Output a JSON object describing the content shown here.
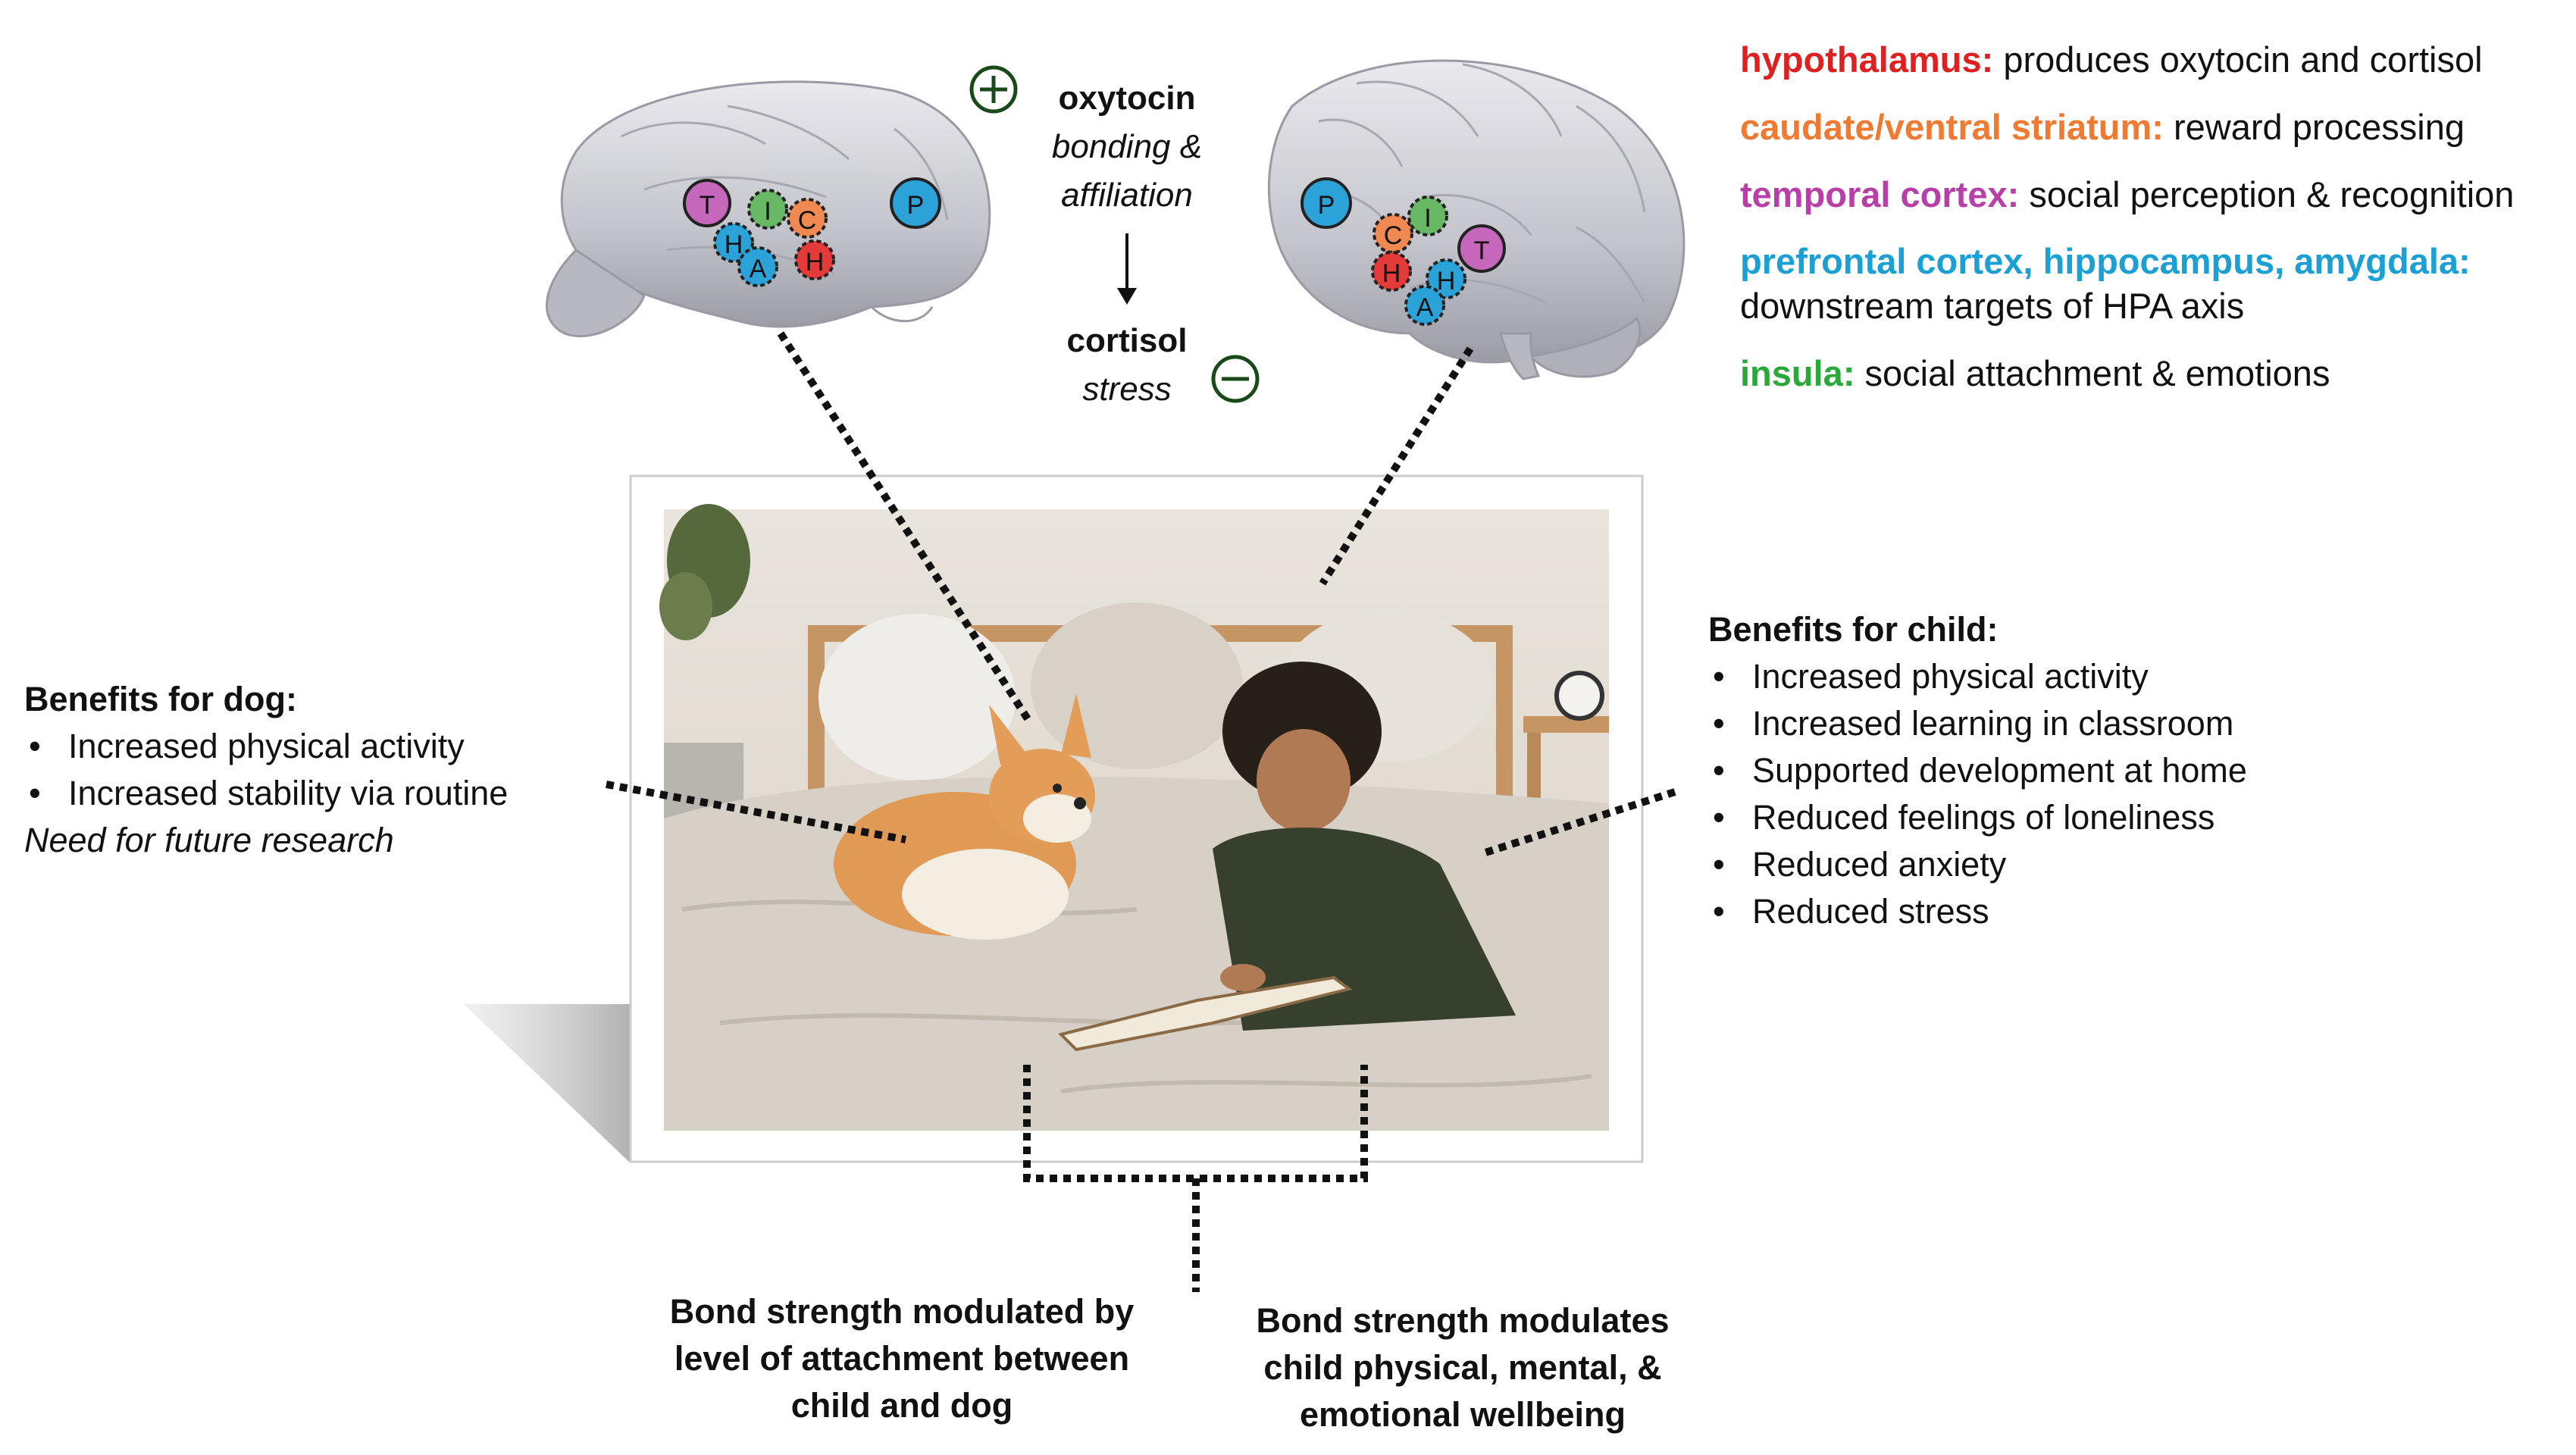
{
  "region_labels": {
    "T": "T",
    "I": "I",
    "C": "C",
    "H": "H",
    "A": "A",
    "P": "P"
  },
  "mechanism": {
    "oxytocin": "oxytocin",
    "oxytocin_sub1": "bonding &",
    "oxytocin_sub2": "affiliation",
    "cortisol": "cortisol",
    "cortisol_sub": "stress"
  },
  "legend": [
    {
      "term": "hypothalamus:",
      "desc": "produces oxytocin and cortisol",
      "color": "#e02020"
    },
    {
      "term": "caudate/ventral striatum:",
      "desc": "reward processing",
      "color": "#f07a32"
    },
    {
      "term": "temporal cortex:",
      "desc": "social perception & recognition",
      "color": "#b83ea8"
    },
    {
      "term": "prefrontal cortex, hippocampus, amygdala:",
      "desc": "downstream targets of HPA axis",
      "color": "#1aa0d4"
    },
    {
      "term": "insula:",
      "desc": "social attachment & emotions",
      "color": "#2aa83a"
    }
  ],
  "dog_benefits": {
    "title": "Benefits for dog:",
    "items": [
      "Increased physical activity",
      "Increased stability via routine"
    ],
    "note": "Need for future research"
  },
  "child_benefits": {
    "title": "Benefits for child:",
    "items": [
      "Increased physical activity",
      "Increased learning in classroom",
      "Supported development at home",
      "Reduced feelings of loneliness",
      "Reduced anxiety",
      "Reduced stress"
    ]
  },
  "bottom": {
    "left": [
      "Bond strength modulated by",
      "level of attachment between",
      "child and dog"
    ],
    "right": [
      "Bond strength modulates",
      "child physical, mental, &",
      "emotional wellbeing"
    ]
  }
}
